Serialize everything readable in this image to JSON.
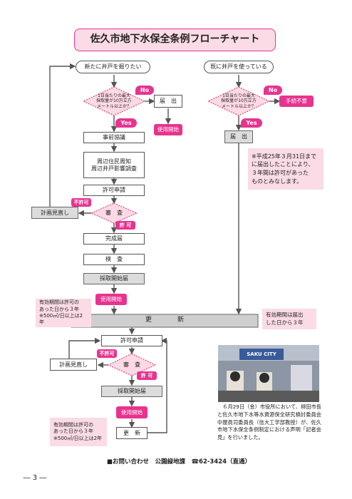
{
  "title": "佐久市地下水保全条例フローチャート",
  "colors": {
    "accent": "#e8338f",
    "pale_pink": "#fadbe6",
    "diamond": "#ffd9e6",
    "grey_box": "#dcdcdc",
    "photo": "#8c96a4"
  },
  "left": {
    "start": "新たに井戸を掘りたい",
    "diamond": [
      "1日当たりの最大",
      "採取量が10万立方",
      "メートル以上か？"
    ],
    "no_tag": "No",
    "yes_tag": "Yes",
    "notify": "届　出",
    "use_start_no": "使用開始",
    "steps": [
      "事前協議",
      "周辺住民周知\n周辺井戸影響調査",
      "許可申請"
    ],
    "review": "審　査",
    "refused": "不許可",
    "plan_review": "計画見直し",
    "permit": "許 可",
    "after_permit": [
      "完成届",
      "検　査",
      "採取開始届"
    ],
    "use_start": "使用開始"
  },
  "right": {
    "start": "既に井戸を使っている",
    "diamond": [
      "1日当たりの最大",
      "採取量が10万立方",
      "メートル以上か？"
    ],
    "no_tag": "No",
    "no_procedure": "手続不要",
    "yes_tag": "Yes",
    "notify": "届　出",
    "note": "※平成25年３月31日まで\nに届出したことにより、\n３年間は許可があった\nものとみなします。"
  },
  "renewal": {
    "bar": "更　　　　新",
    "left_note": "有効期間は許可の\nあった日から３年\n※500㎥/日以上は2年",
    "right_note": "有効期間は届出\nした日から３年"
  },
  "bottom": {
    "apply": "許可申請",
    "refused": "不許可",
    "plan_review": "計画見直し",
    "review": "審　査",
    "permit": "許 可",
    "start_report": "採取開始届",
    "use_start": "使用開始",
    "renew": "更　新",
    "note": "有効期間は許可の\nあった日から３年\n※500㎥/日以上は2年"
  },
  "photo": {
    "sign": "SAKU CITY",
    "caption": "　６月29日（金）市役所において、柳田市長と佐久市地下水等水資源保全研究検討委員会中屋眞司委員長（信大工学部教授）が、佐久市地下水保全条例制定における声明「記者会見」を行いました。"
  },
  "footer": {
    "contact": "■お問い合わせ　公園緑地課　☎62-3424（直通）",
    "page": "― 3 ―"
  }
}
